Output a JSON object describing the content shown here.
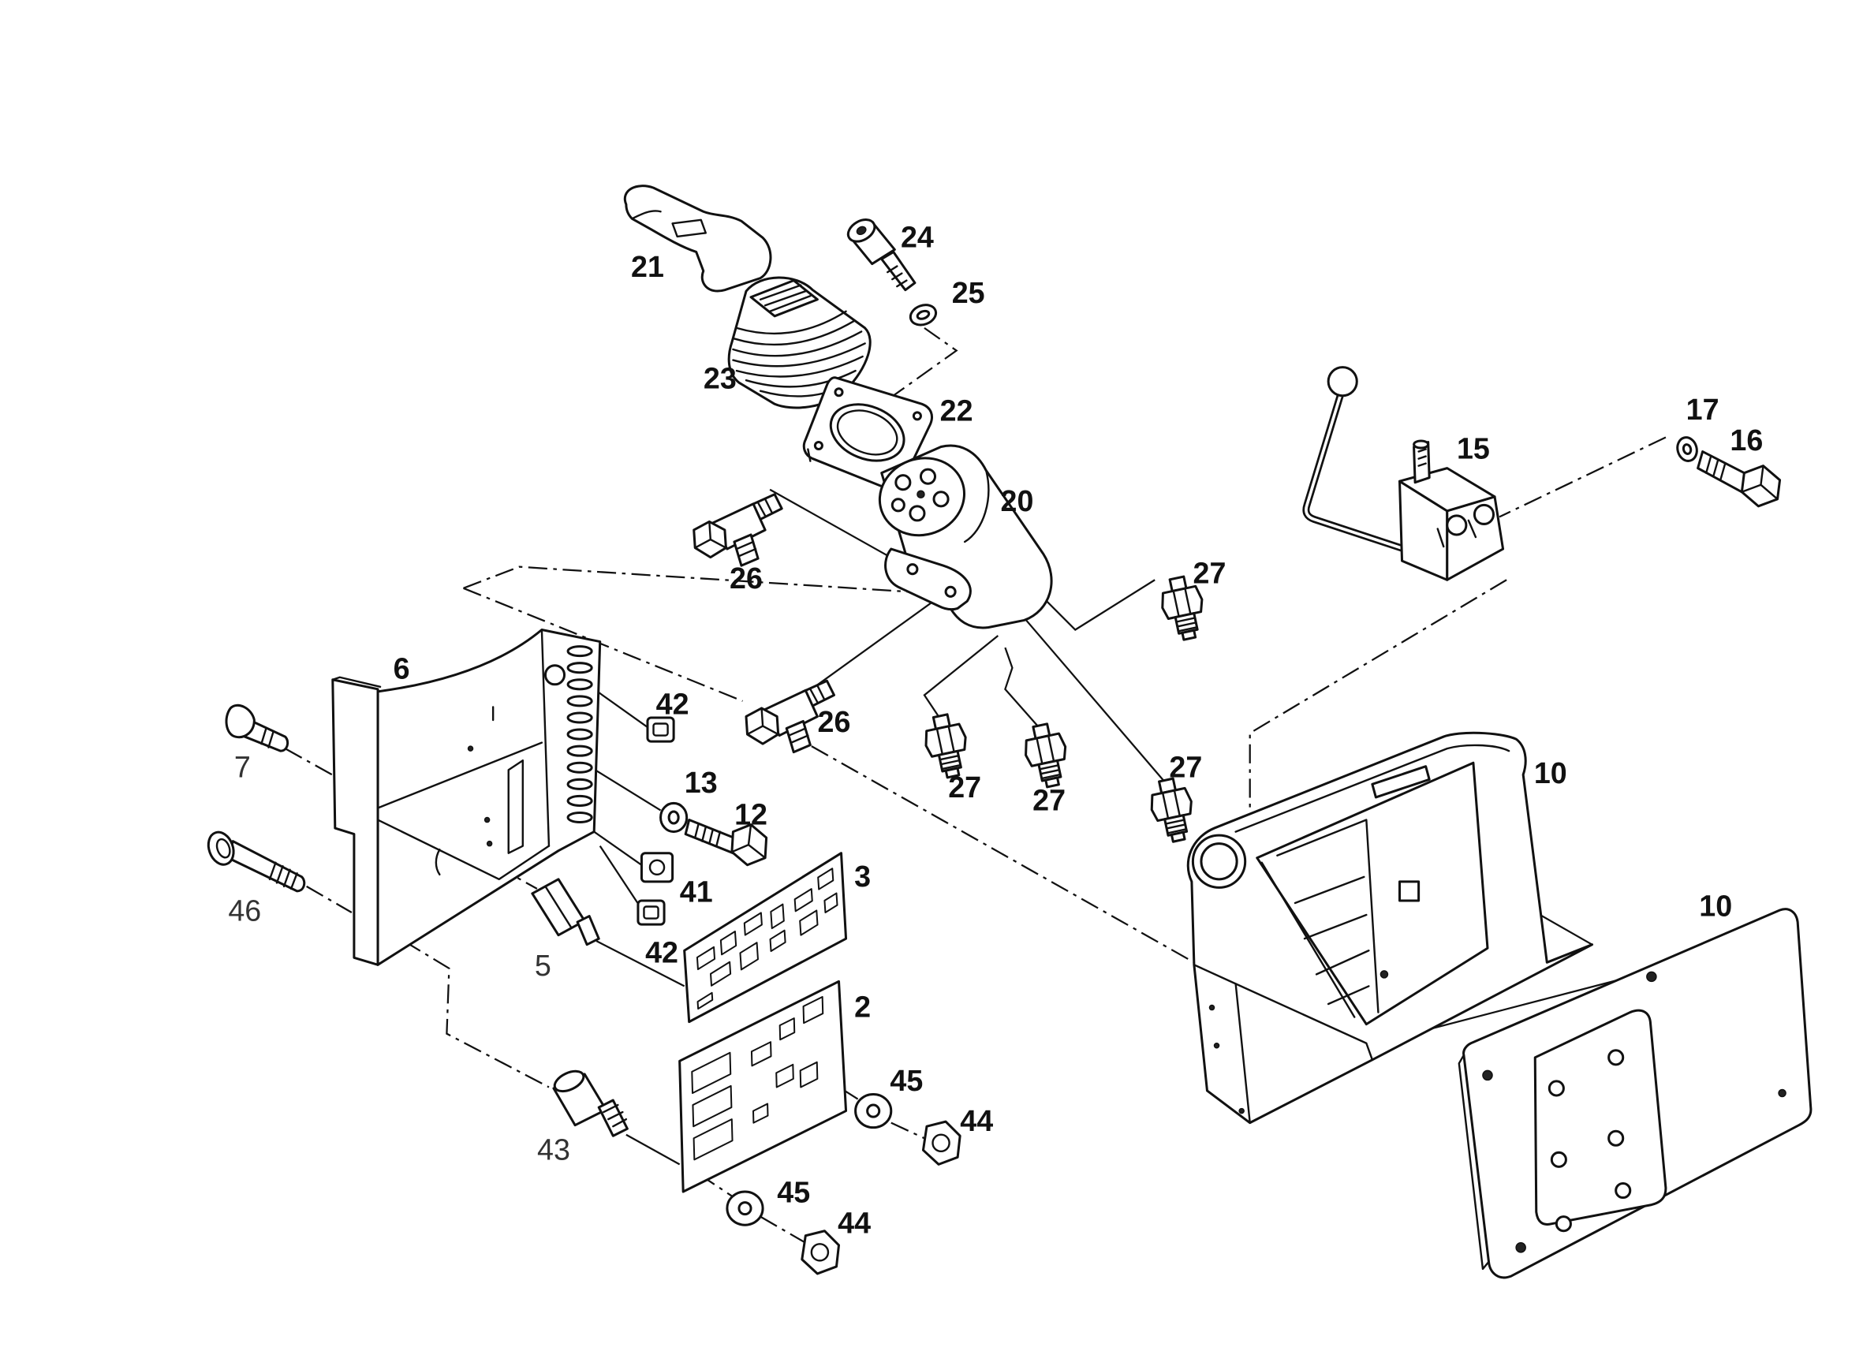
{
  "callouts": [
    "21",
    "24",
    "25",
    "23",
    "22",
    "20",
    "26",
    "27",
    "17",
    "16",
    "15",
    "6",
    "42",
    "7",
    "13",
    "12",
    "26",
    "27",
    "27",
    "27",
    "10",
    "41",
    "3",
    "46",
    "42",
    "5",
    "2",
    "10",
    "45",
    "44",
    "43",
    "45",
    "44"
  ],
  "colors": {
    "line": "#111111",
    "background": "#ffffff"
  }
}
